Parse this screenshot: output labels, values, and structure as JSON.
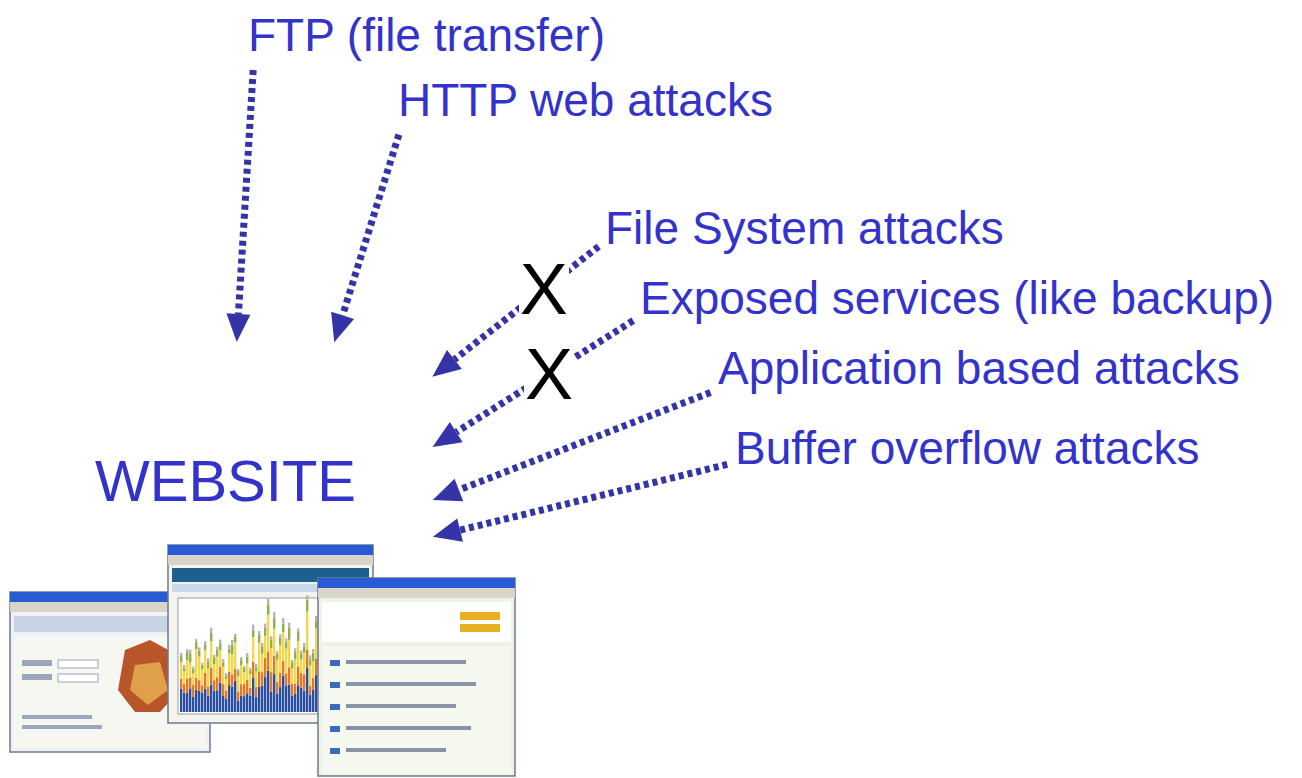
{
  "diagram": {
    "nodes": [
      {
        "text": [
          "FTP (file transfer)"
        ]
      },
      {
        "text": [
          "HTTP web attacks"
        ]
      },
      {
        "text": [
          "File System attacks"
        ]
      },
      {
        "text": [
          "Exposed services (like backup)"
        ]
      },
      {
        "text": [
          "Application based attacks"
        ]
      },
      {
        "text": [
          "Buffer overflow attacks"
        ]
      },
      {
        "text": [
          "WEBSITE"
        ]
      }
    ],
    "edges": [
      {
        "from": 0,
        "to": 6,
        "arrow": "to"
      },
      {
        "from": 1,
        "to": 6,
        "arrow": "to"
      },
      {
        "from": 2,
        "to": 6,
        "arrow": "to",
        "label": "X"
      },
      {
        "from": 3,
        "to": 6,
        "arrow": "to",
        "label": "X"
      },
      {
        "from": 4,
        "to": 6,
        "arrow": "to"
      },
      {
        "from": 5,
        "to": 6,
        "arrow": "to"
      }
    ]
  }
}
